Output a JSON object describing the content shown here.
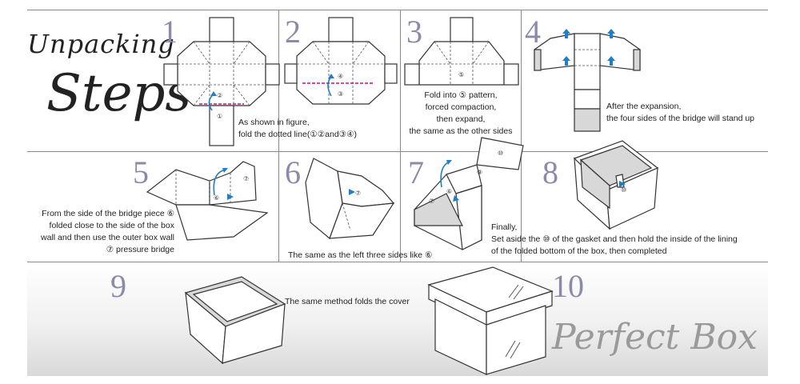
{
  "title": {
    "line1": "Unpacking",
    "line2": "Steps"
  },
  "footer_script": "Perfect Box",
  "steps": [
    {
      "number": "1",
      "caption": "As shown in figure,\nfold the dotted line(①②and③④)"
    },
    {
      "number": "2",
      "caption": ""
    },
    {
      "number": "3",
      "caption": "Fold into ⑤ pattern,\nforced compaction,\nthen expand,\nthe same as the other sides"
    },
    {
      "number": "4",
      "caption": "After the expansion,\nthe four sides of the bridge will stand up"
    },
    {
      "number": "5",
      "caption": "From the side of the bridge piece ⑥\nfolded close to the side of the box\nwall and then use the outer box wall\n⑦ pressure bridge"
    },
    {
      "number": "6",
      "caption": "The same as the left three sides like ⑥"
    },
    {
      "number": "7",
      "caption": "Finally,\nSet aside the ⑩ of the gasket and then hold the inside of the lining\nof the folded bottom of the box, then completed"
    },
    {
      "number": "8",
      "caption": ""
    },
    {
      "number": "9",
      "caption": "The same method folds the cover"
    },
    {
      "number": "10",
      "caption": ""
    }
  ],
  "diagram_labels": {
    "s1_a": "①",
    "s1_b": "②",
    "s2_a": "③",
    "s2_b": "④",
    "s3_a": "⑤",
    "s5_a": "⑥",
    "s5_b": "⑦",
    "s6_a": "⑦",
    "s7_a": "⑥",
    "s7_b": "⑦",
    "s7_c": "⑨",
    "s7_d": "⑩",
    "s8_a": "⑩"
  },
  "colors": {
    "accent_arrow": "#1e7fc8",
    "fold_line": "#c0148c",
    "step_number": "#8b8aa8"
  }
}
